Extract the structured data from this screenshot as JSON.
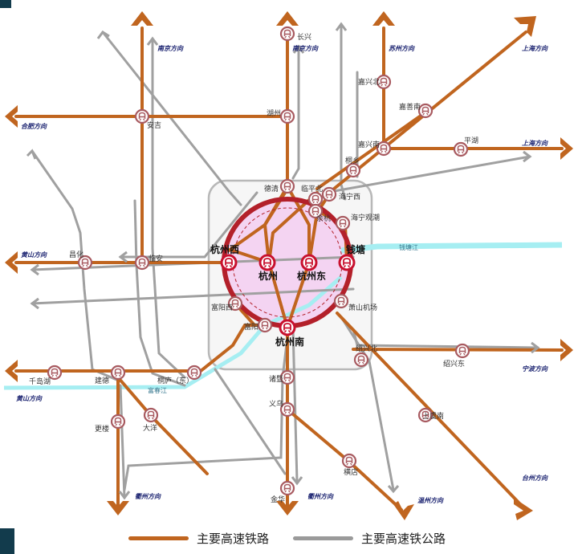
{
  "stations": {
    "changxing": "长兴",
    "huzhou": "湖州",
    "anji": "安吉",
    "deqing": "德清",
    "jiaxingbei": "嘉兴北",
    "jiashannan": "嘉善南",
    "jiaxingnan": "嘉兴南",
    "tongxiang": "桐乡",
    "pinghu": "平湖",
    "linpingbei": "临平北",
    "hainingxi": "海宁西",
    "yuhang": "余杭",
    "haininguanchao": "海宁观潮",
    "hangzhouxi": "杭州西",
    "hangzhou": "杭州",
    "hangzhoudong": "杭州东",
    "qiantang": "钱塘",
    "changhua": "昌化",
    "linan": "临安",
    "fuyangxi": "富阳西",
    "xiaoshanjichang": "萧山机场",
    "fuyang": "富阳",
    "hangzhounan": "杭州南",
    "shaoxingbei": "绍兴北",
    "shaoxingdong": "绍兴东",
    "qiandaohu": "千岛湖",
    "jiande": "建德",
    "tonglu": "桐庐（东）",
    "zhuji": "诸暨",
    "gengliu": "更楼",
    "dayang": "大洋",
    "yiwu": "义乌",
    "shangyunan": "上虞南",
    "hengdian": "横店",
    "jinhua": "金华"
  },
  "directions": {
    "nanjing_a": "南京方向",
    "nanjing_b": "南京方向",
    "suzhou": "苏州方向",
    "shanghai_a": "上海方向",
    "shanghai_b": "上海方向",
    "hefei": "合肥方向",
    "huangshan_a": "黄山方向",
    "huangshan_b": "黄山方向",
    "ningbo": "宁波方向",
    "quzhou": "衢州方向",
    "wenzhou": "温州方向",
    "taizhou": "台州方向"
  },
  "rivers": {
    "qiantangjiang": "钱塘江",
    "fuchunjiang": "富春江"
  },
  "legend": {
    "hsr_label": "主要高速铁路",
    "expressway_label": "主要高速铁公路",
    "hsr_color": "#c0651f",
    "expressway_color": "#9a9a9a"
  },
  "colors": {
    "rail": "#c0651f",
    "road": "#a0a0a0",
    "ring": "#b3202a",
    "ring_fill": "#f4d4f2",
    "river": "#a6eef2",
    "station_icon": "#a85a60",
    "direction_text": "#1a2270"
  }
}
